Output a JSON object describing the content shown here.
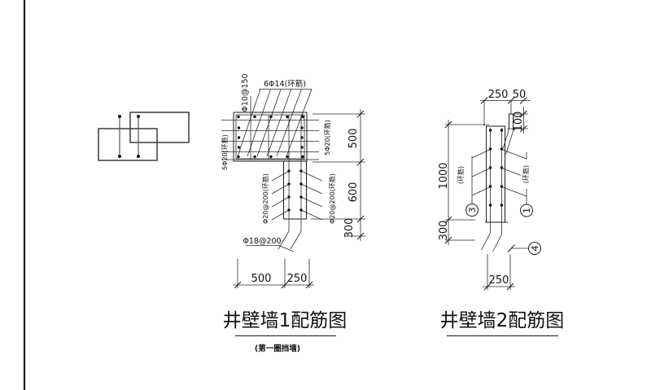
{
  "page": {
    "background": "#ffffff",
    "line_color": "#1a1a1a"
  },
  "left": {
    "caption": "井壁墙1配筋图",
    "subcaption": "(第一圈挡墙)",
    "top_bars": "6Φ14(环筋)",
    "stirrups": "Φ10@150",
    "ring_left": "5Φ20(环筋)",
    "ring_right": "5Φ20(环筋)",
    "stem_left": "Φ20@200(环筋)",
    "stem_right": "Φ20@200(环筋)",
    "bottom_bars": "Φ18@200",
    "dim_500v": "500",
    "dim_600": "600",
    "dim_300": "300",
    "dim_500h": "500",
    "dim_250h": "250"
  },
  "right": {
    "caption": "井壁墙2配筋图",
    "dim_250top": "250",
    "dim_50": "50",
    "dim_100": "100",
    "dim_1000": "1000",
    "dim_300": "300",
    "dim_250bottom": "250",
    "ring_left": "(环筋)",
    "ring_right": "(环筋)",
    "callout_3": "3",
    "callout_1": "1",
    "callout_4": "4"
  }
}
